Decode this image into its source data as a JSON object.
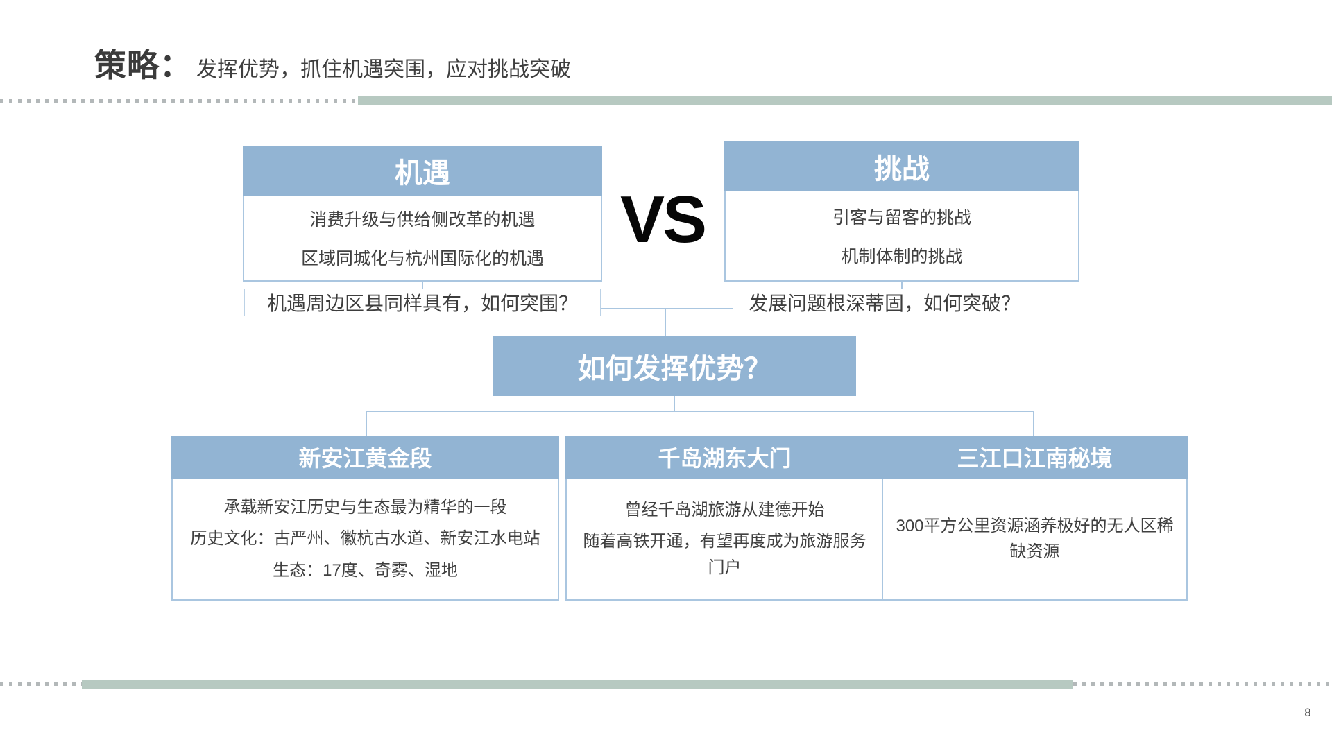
{
  "page": {
    "title_bold": "策略：",
    "title_rest": "发挥优势，抓住机遇突围，应对挑战突破",
    "page_number": "8"
  },
  "vs_label": "VS",
  "top_boxes": {
    "opportunity": {
      "header": "机遇",
      "lines": [
        "消费升级与供给侧改革的机遇",
        "区域同城化与杭州国际化的机遇"
      ],
      "caption": "机遇周边区县同样具有，如何突围？"
    },
    "challenge": {
      "header": "挑战",
      "lines": [
        "引客与留客的挑战",
        "机制体制的挑战"
      ],
      "caption": "发展问题根深蒂固，如何突破？"
    }
  },
  "middle_box": {
    "label": "如何发挥优势？"
  },
  "bottom_boxes": [
    {
      "header": "新安江黄金段",
      "lines": [
        "承载新安江历史与生态最为精华的一段",
        "历史文化：古严州、徽杭古水道、新安江水电站",
        "生态：17度、奇雾、湿地"
      ]
    },
    {
      "header": "千岛湖东大门",
      "lines": [
        "曾经千岛湖旅游从建德开始",
        "随着高铁开通，有望再度成为旅游服务门户"
      ]
    },
    {
      "header": "三江口江南秘境",
      "lines": [
        "300平方公里资源涵养极好的无人区稀缺资源"
      ]
    }
  ],
  "colors": {
    "header_blue": "#92b4d3",
    "border_blue": "#aac6e0",
    "sage": "#b7c9c1",
    "text_dark": "#3f3f3f"
  }
}
